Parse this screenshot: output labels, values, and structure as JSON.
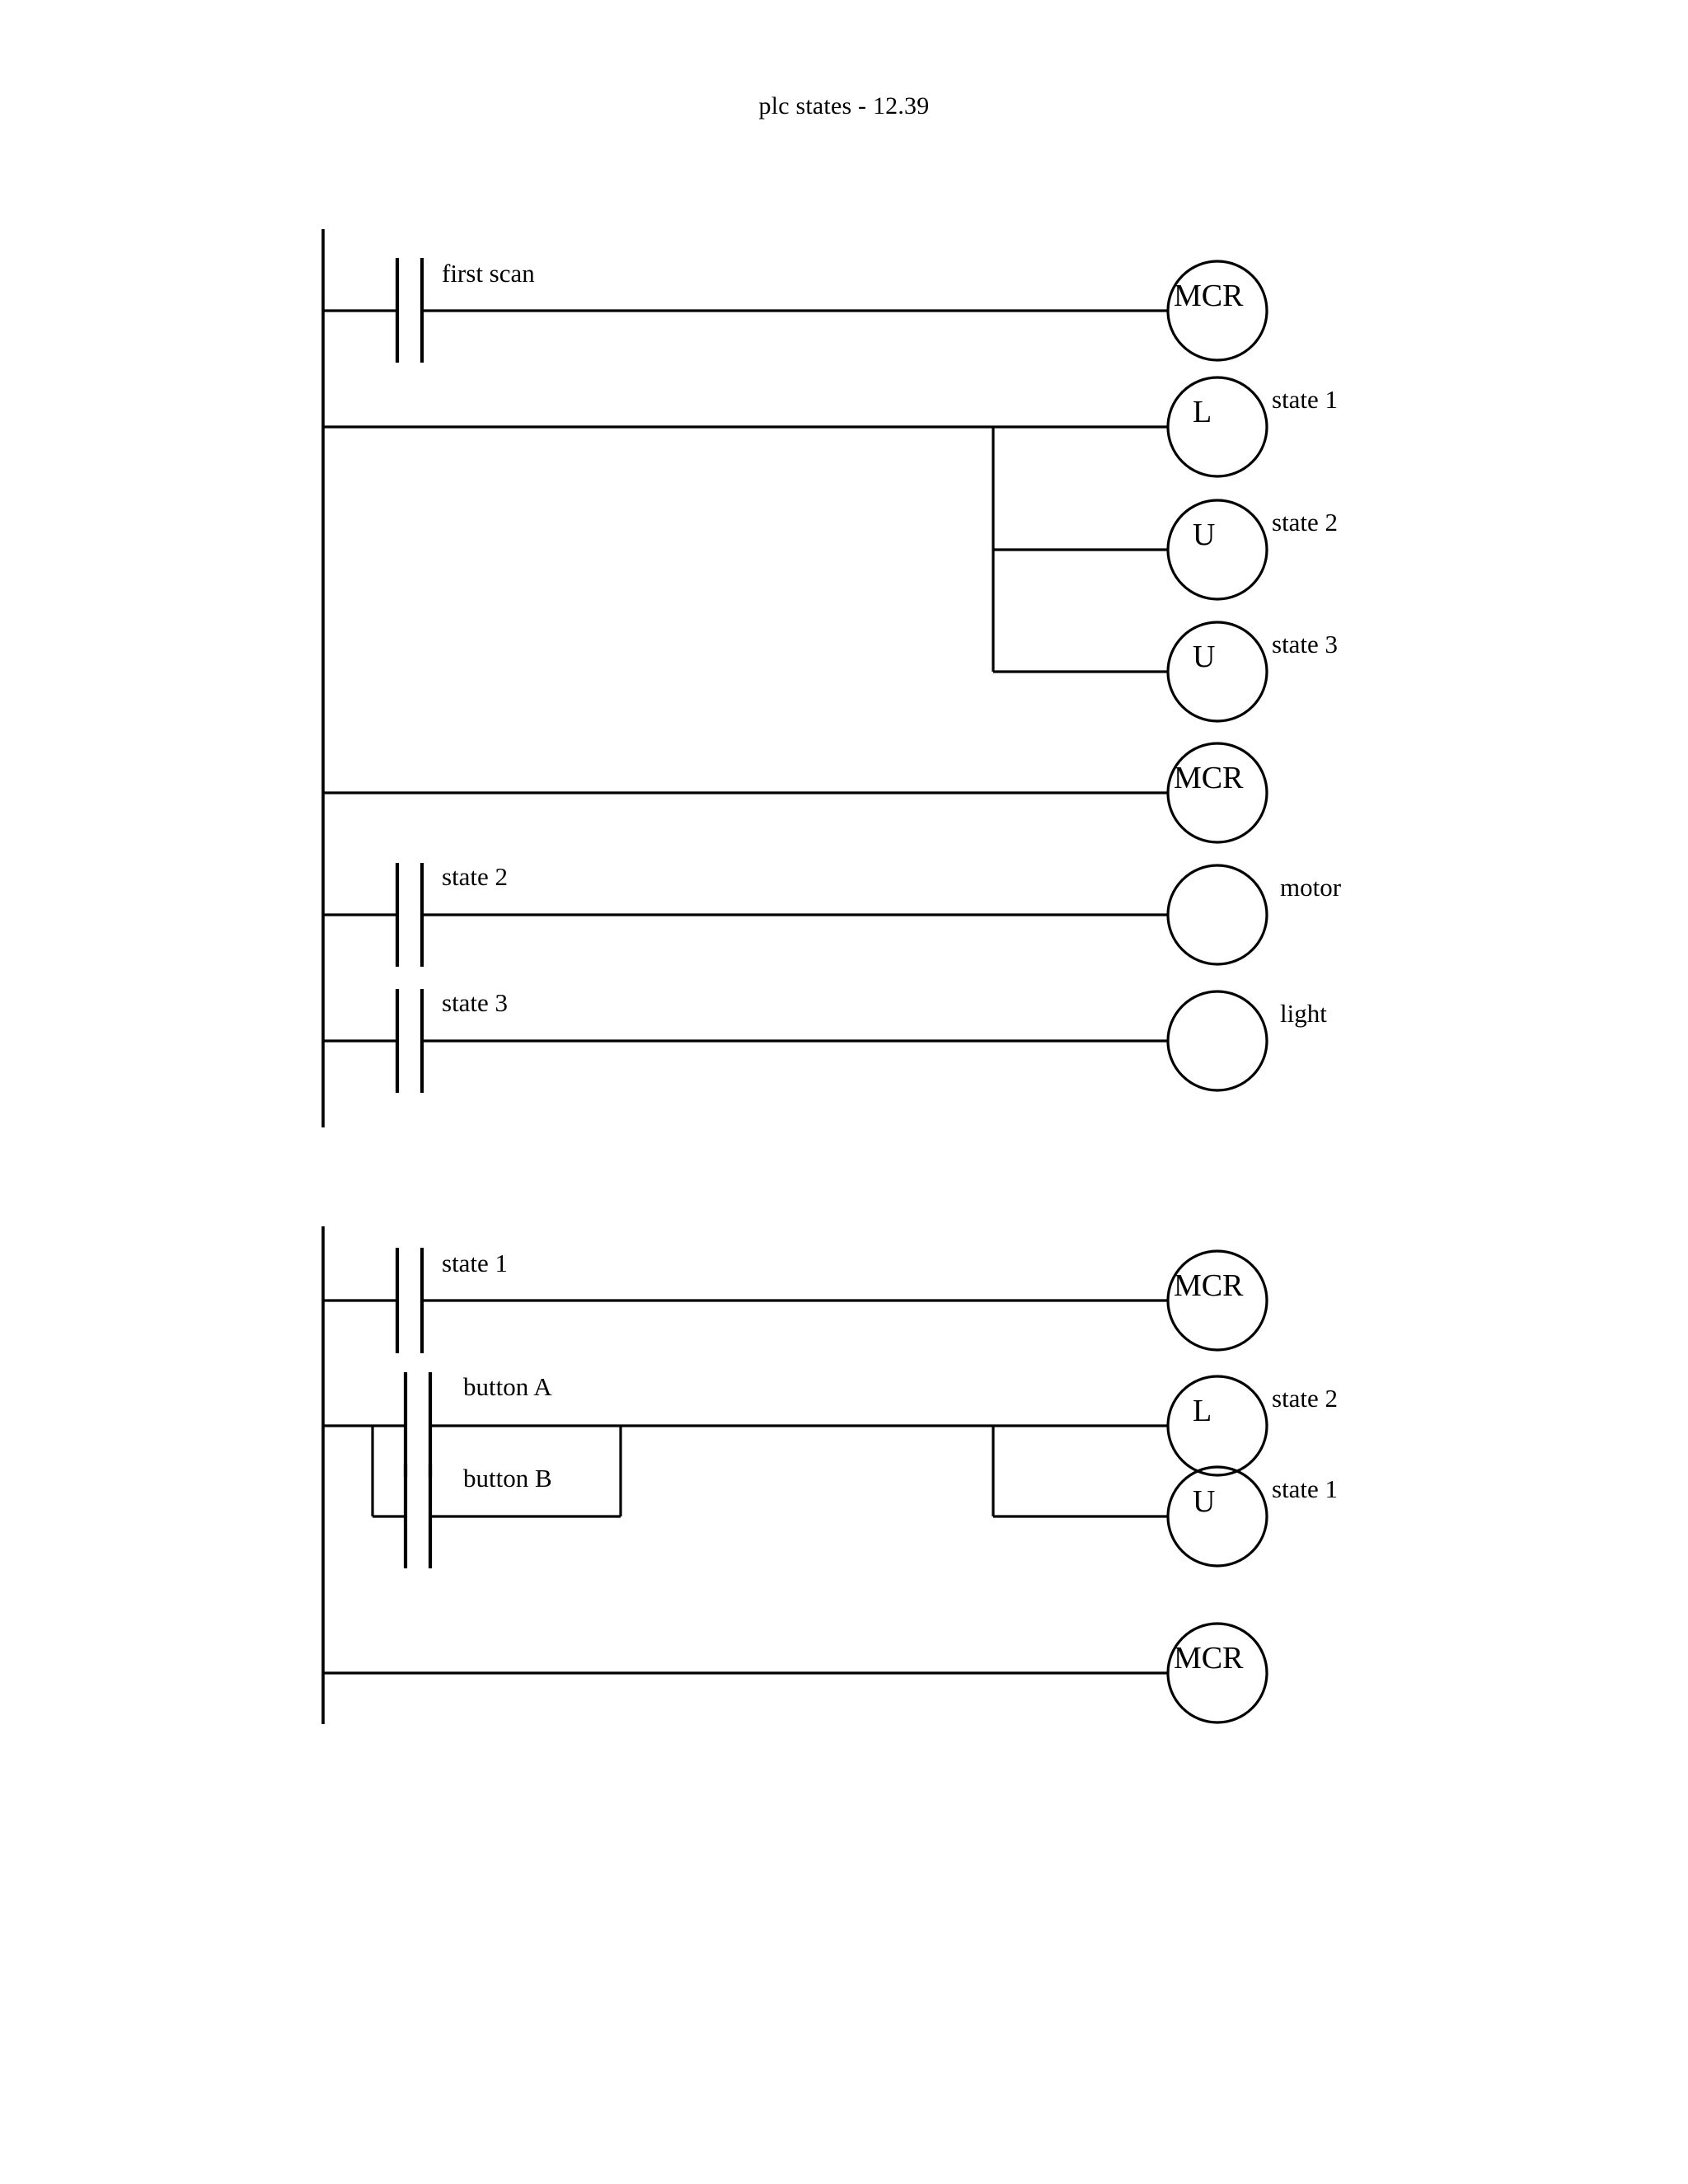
{
  "title": "plc states - 12.39",
  "diagram": {
    "type": "plc-ladder-logic",
    "ladders": [
      {
        "id": "ladder-1",
        "rungs": [
          {
            "id": "rung-1-1",
            "contacts": [
              {
                "type": "normally-open",
                "label": "first scan"
              }
            ],
            "coils": [
              {
                "type": "mcr",
                "letter": "MCR",
                "label": ""
              }
            ]
          },
          {
            "id": "rung-1-2",
            "contacts": [],
            "coils": [
              {
                "type": "latch",
                "letter": "L",
                "label": "state 1"
              },
              {
                "type": "unlatch",
                "letter": "U",
                "label": "state 2"
              },
              {
                "type": "unlatch",
                "letter": "U",
                "label": "state 3"
              }
            ]
          },
          {
            "id": "rung-1-3",
            "contacts": [],
            "coils": [
              {
                "type": "mcr",
                "letter": "MCR",
                "label": ""
              }
            ]
          },
          {
            "id": "rung-1-4",
            "contacts": [
              {
                "type": "normally-open",
                "label": "state 2"
              }
            ],
            "coils": [
              {
                "type": "output",
                "letter": "",
                "label": "motor"
              }
            ]
          },
          {
            "id": "rung-1-5",
            "contacts": [
              {
                "type": "normally-open",
                "label": "state 3"
              }
            ],
            "coils": [
              {
                "type": "output",
                "letter": "",
                "label": "light"
              }
            ]
          }
        ]
      },
      {
        "id": "ladder-2",
        "rungs": [
          {
            "id": "rung-2-1",
            "contacts": [
              {
                "type": "normally-open",
                "label": "state 1"
              }
            ],
            "coils": [
              {
                "type": "mcr",
                "letter": "MCR",
                "label": ""
              }
            ]
          },
          {
            "id": "rung-2-2",
            "contacts": [
              {
                "type": "normally-open",
                "label": "button A"
              },
              {
                "type": "normally-open",
                "label": "button B"
              }
            ],
            "parallel": true,
            "coils": [
              {
                "type": "latch",
                "letter": "L",
                "label": "state 2"
              },
              {
                "type": "unlatch",
                "letter": "U",
                "label": "state 1"
              }
            ]
          },
          {
            "id": "rung-2-3",
            "contacts": [],
            "coils": [
              {
                "type": "mcr",
                "letter": "MCR",
                "label": ""
              }
            ]
          }
        ]
      }
    ]
  },
  "labels": {
    "first_scan": "first scan",
    "state_1": "state 1",
    "state_2": "state 2",
    "state_3": "state 3",
    "state_2b": "state 2",
    "state_3b": "state 3",
    "motor": "motor",
    "light": "light",
    "state_1b": "state 1",
    "button_a": "button A",
    "button_b": "button B",
    "state_2c": "state 2",
    "state_1c": "state 1",
    "mcr_1": "MCR",
    "mcr_2": "MCR",
    "mcr_3": "MCR",
    "mcr_4": "MCR",
    "coil_L1": "L",
    "coil_U1": "U",
    "coil_U2": "U",
    "coil_L2": "L",
    "coil_U3": "U"
  },
  "colors": {
    "line": "#000000",
    "text": "#000000",
    "background": "#ffffff"
  }
}
